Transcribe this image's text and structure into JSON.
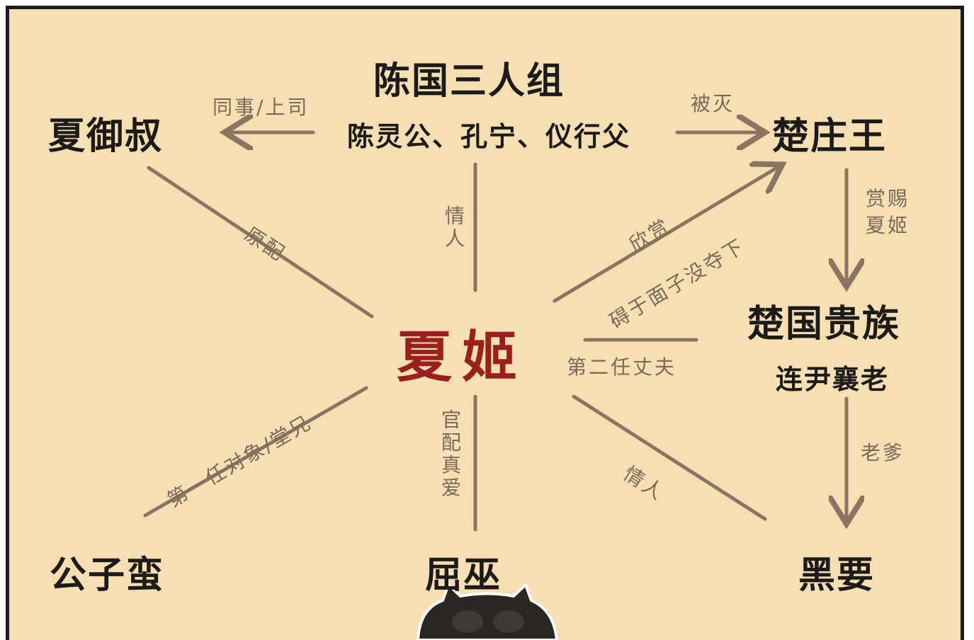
{
  "nodes": {
    "chen_trio_title": "陈国三人组",
    "chen_trio_members": "陈灵公、孔宁、仪行父",
    "xia_yushu": "夏御叔",
    "chu_zhuangwang": "楚庄王",
    "chu_nobles": "楚国贵族",
    "lianyin_xianglao": "连尹襄老",
    "xia_ji": "夏姬",
    "gongzi_man": "公子蛮",
    "qu_wu": "屈巫",
    "hei_yao": "黑要"
  },
  "edges": {
    "colleague_boss": "同事/上司",
    "destroyed": "被灭",
    "original_spouse": "原配",
    "lover_top": "情人",
    "admire": "欣赏",
    "face_not_taken": "碍于面子没夺下",
    "bestow_xiaji": "赏赐夏姬",
    "second_husband": "第二任丈夫",
    "old_dad": "老爹",
    "first_partner_cousin": "第一任对象/堂兄",
    "official_true_love": "官配真爱",
    "lover_bottom": "情人"
  },
  "colors": {
    "background": "#f6dfb3",
    "line": "#8a7562",
    "center_text": "#9b1f1c",
    "node_text": "#1d1b19",
    "label_text": "#7a6a58"
  }
}
